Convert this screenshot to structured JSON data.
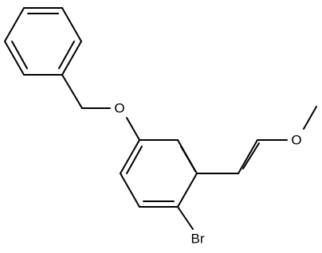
{
  "molecule": {
    "atoms": {
      "oxygen_ether": "O",
      "oxygen_methoxy": "O",
      "bromine": "Br"
    }
  },
  "colors": {
    "bond": "#000000",
    "label": "#000000",
    "background": "#ffffff"
  }
}
